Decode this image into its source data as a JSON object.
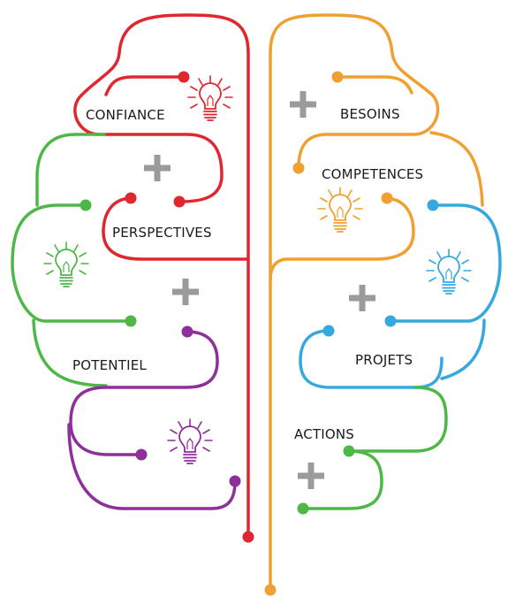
{
  "labels": {
    "confiance": "CONFIANCE",
    "perspectives": "PERSPECTIVES",
    "potentiel": "POTENTIEL",
    "besoins": "BESOINS",
    "competences": "COMPETENCES",
    "projets": "PROJETS",
    "actions": "ACTIONS"
  },
  "icons": {
    "bulb": "lightbulb-icon",
    "plus": "plus-icon"
  },
  "colors": {
    "red": "#e0262e",
    "green": "#4db848",
    "purple": "#8e2f9a",
    "orange": "#f0a030",
    "blue": "#35a8de",
    "plus_gray": "#9b9b9b",
    "text": "#1a1a1a"
  }
}
